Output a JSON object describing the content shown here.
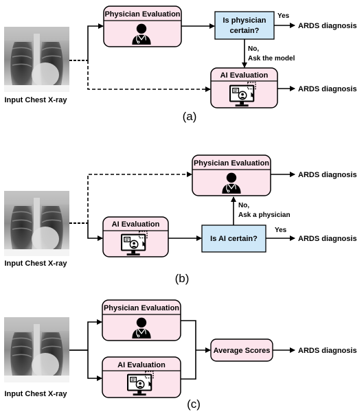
{
  "panels": [
    {
      "tag": "(a)",
      "input_label": "Input Chest X-ray",
      "physician_title": "Physician Evaluation",
      "ai_title": "AI Evaluation",
      "decision_line1": "Is physician",
      "decision_line2": "certain?",
      "yes_label": "Yes",
      "no_line1": "No,",
      "no_line2": "Ask the model",
      "output_top": "ARDS diagnosis",
      "output_bottom": "ARDS diagnosis"
    },
    {
      "tag": "(b)",
      "input_label": "Input Chest X-ray",
      "physician_title": "Physician Evaluation",
      "ai_title": "AI Evaluation",
      "decision": "Is AI certain?",
      "yes_label": "Yes",
      "no_line1": "No,",
      "no_line2": "Ask a physician",
      "output_top": "ARDS diagnosis",
      "output_bottom": "ARDS diagnosis"
    },
    {
      "tag": "(c)",
      "input_label": "Input Chest X-ray",
      "physician_title": "Physician Evaluation",
      "ai_title": "AI Evaluation",
      "average": "Average Scores",
      "output": "ARDS diagnosis"
    }
  ],
  "colors": {
    "eval_box_fill": "#fce4ec",
    "decision_fill": "#cfe8f8",
    "stroke": "#000000"
  },
  "icons": [
    "xray-image",
    "physician-icon",
    "ai-monitor-icon"
  ]
}
